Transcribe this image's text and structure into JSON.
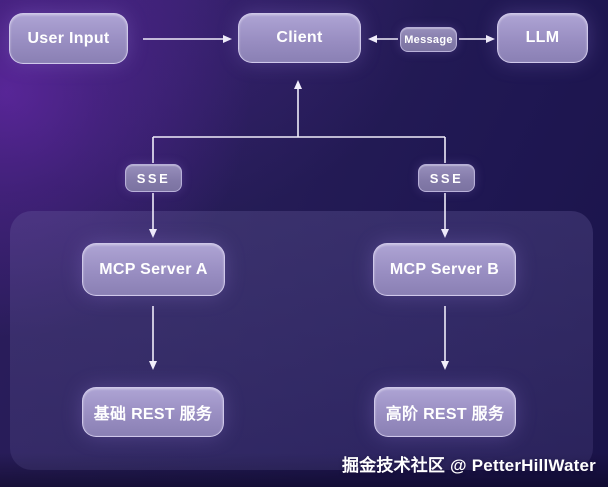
{
  "diagram": {
    "nodes": {
      "user_input": "User Input",
      "client": "Client",
      "message": "Message",
      "llm": "LLM",
      "sse_left": "SSE",
      "sse_right": "SSE",
      "mcp_server_a": "MCP Server A",
      "mcp_server_b": "MCP Server B",
      "rest_basic": "基础 REST 服务",
      "rest_advanced": "高阶 REST 服务"
    },
    "edges": [
      {
        "from": "user_input",
        "to": "client",
        "direction": "right"
      },
      {
        "from": "message",
        "to": "client",
        "direction": "left"
      },
      {
        "from": "message",
        "to": "llm",
        "direction": "right"
      },
      {
        "from": "branch",
        "to": "client",
        "direction": "up"
      },
      {
        "from": "sse_left",
        "to": "mcp_server_a",
        "direction": "down"
      },
      {
        "from": "sse_right",
        "to": "mcp_server_b",
        "direction": "down"
      },
      {
        "from": "mcp_server_a",
        "to": "rest_basic",
        "direction": "down"
      },
      {
        "from": "mcp_server_b",
        "to": "rest_advanced",
        "direction": "down"
      }
    ],
    "watermark": "掘金技术社区 @ PetterHillWater",
    "colors": {
      "background": "#231b52",
      "background_glow": "#7a2cc4",
      "container_fill": "#4f4788",
      "node_fill_top": "#aea4d4",
      "node_fill_bottom": "#8a80b4",
      "node_border": "#d2caec",
      "small_node_fill": "#837aa9",
      "line": "#efecf9",
      "text": "#ffffff"
    }
  }
}
